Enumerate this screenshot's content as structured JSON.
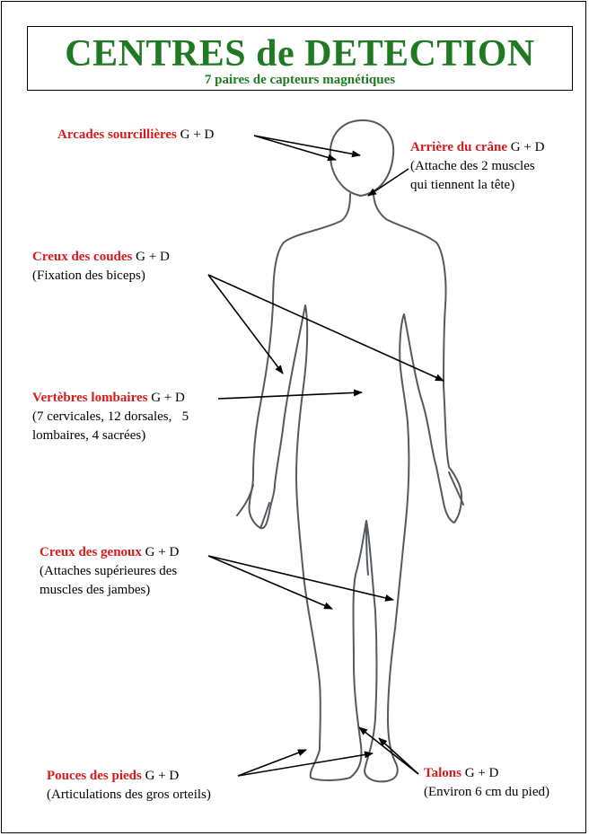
{
  "header": {
    "title": "CENTRES de DETECTION",
    "subtitle": "7 paires de capteurs magnétiques"
  },
  "labels": {
    "arcades": {
      "name": "Arcades sourcillières",
      "side": " G + D"
    },
    "arriere": {
      "name": "Arrière du crâne",
      "side": " G + D",
      "desc1": "(Attache des 2 muscles",
      "desc2": "qui tiennent la tête)"
    },
    "coudes": {
      "name": "Creux des coudes",
      "side": " G + D",
      "desc1": "(Fixation des biceps)"
    },
    "vertebres": {
      "name": "Vertèbres lombaires",
      "side": " G + D",
      "desc1": "(7 cervicales, 12 dorsales,   5",
      "desc2": "lombaires, 4 sacrées)"
    },
    "genoux": {
      "name": "Creux des genoux",
      "side": " G + D",
      "desc1": "(Attaches supérieures des",
      "desc2": "muscles des jambes)"
    },
    "pouces": {
      "name": "Pouces des pieds",
      "side": " G + D",
      "desc1": "(Articulations des gros orteils)"
    },
    "talons": {
      "name": "Talons",
      "side": " G + D",
      "desc1": "(Environ 6 cm du pied)"
    }
  },
  "colors": {
    "title": "#1f7a22",
    "label_name": "#d81a1a",
    "outline": "#555a60"
  }
}
